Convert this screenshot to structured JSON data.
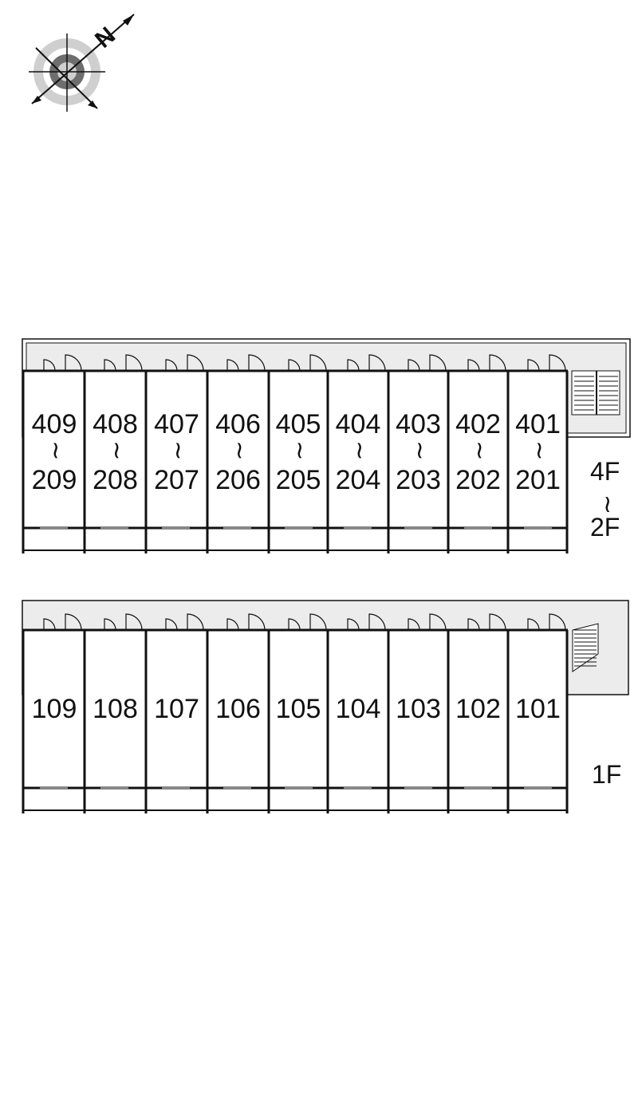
{
  "compass": {
    "icon": "north-arrow-compass-icon",
    "north_label": "N"
  },
  "upper_block": {
    "floor_label_top": "4F",
    "floor_label_sep": "~",
    "floor_label_bottom": "2F",
    "units": [
      {
        "top": "409",
        "sep": "~",
        "bottom": "209"
      },
      {
        "top": "408",
        "sep": "~",
        "bottom": "208"
      },
      {
        "top": "407",
        "sep": "~",
        "bottom": "207"
      },
      {
        "top": "406",
        "sep": "~",
        "bottom": "206"
      },
      {
        "top": "405",
        "sep": "~",
        "bottom": "205"
      },
      {
        "top": "404",
        "sep": "~",
        "bottom": "204"
      },
      {
        "top": "403",
        "sep": "~",
        "bottom": "203"
      },
      {
        "top": "402",
        "sep": "~",
        "bottom": "202"
      },
      {
        "top": "401",
        "sep": "~",
        "bottom": "201"
      }
    ],
    "stair_icon": "staircase-icon"
  },
  "lower_block": {
    "floor_label": "1F",
    "units": [
      "109",
      "108",
      "107",
      "106",
      "105",
      "104",
      "103",
      "102",
      "101"
    ],
    "stair_icon": "staircase-icon"
  },
  "colors": {
    "line": "#111111",
    "corridor": "#ececec",
    "ring_dark": "#6e6e6e",
    "ring_light": "#c8c8c8"
  }
}
